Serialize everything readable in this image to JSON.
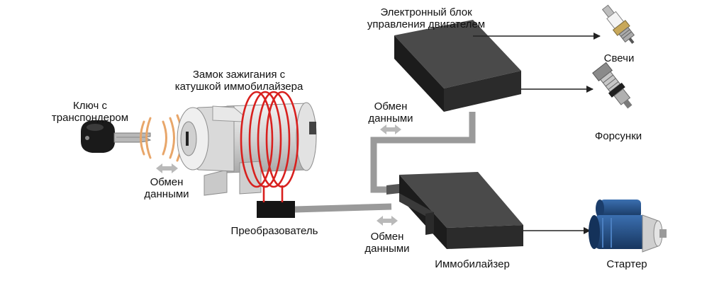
{
  "labels": {
    "key": [
      "Ключ с",
      "транспондером"
    ],
    "lock": [
      "Замок зажигания с",
      "катушкой иммобилайзера"
    ],
    "ecu": [
      "Электронный блок",
      "управления двигателем"
    ],
    "plugs": "Свечи",
    "injectors": "Форсунки",
    "exchange_key": [
      "Обмен",
      "данными"
    ],
    "exchange_ecu": [
      "Обмен",
      "данными"
    ],
    "exchange_converter": [
      "Обмен",
      "данными"
    ],
    "converter": "Преобразователь",
    "immobilizer": "Иммобилайзер",
    "starter": "Стартер"
  },
  "colors": {
    "box": "#2e2e2e",
    "wire": "#9a9a9a",
    "coil": "#d8201e",
    "waves": "#e8a66a",
    "arrow": "#222222"
  }
}
